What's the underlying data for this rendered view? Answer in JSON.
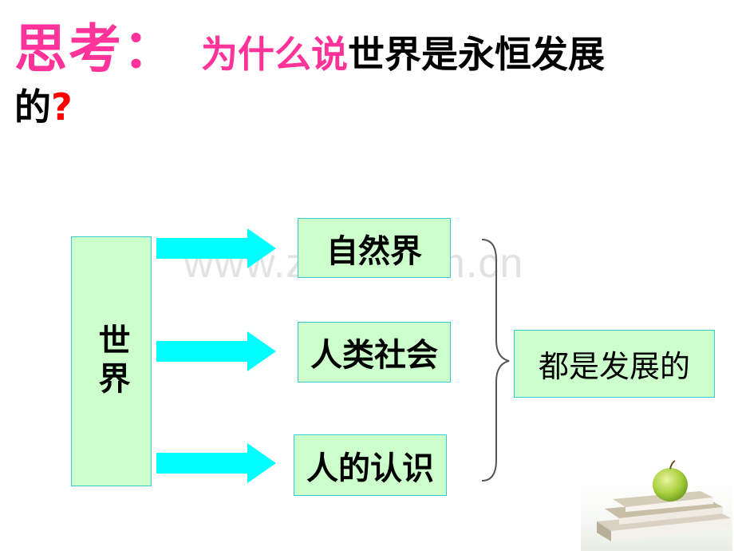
{
  "title": {
    "think": "思考：",
    "why": "为什么说",
    "rest": "世界是永恒发展",
    "line2": "的",
    "question_mark": "?"
  },
  "diagram": {
    "source": "世界",
    "categories": [
      "自然界",
      "人类社会",
      "人的认识"
    ],
    "conclusion": "都是发展的"
  },
  "watermark": "www.zixin.com.cn",
  "colors": {
    "title_pink": "#ff3399",
    "question_red": "#ff0000",
    "box_fill": "#ccffcc",
    "box_border": "#33cccc",
    "arrow": "#00ffff"
  },
  "icons": [
    "arrow-right-icon",
    "curly-brace-icon",
    "apple-books-icon"
  ]
}
